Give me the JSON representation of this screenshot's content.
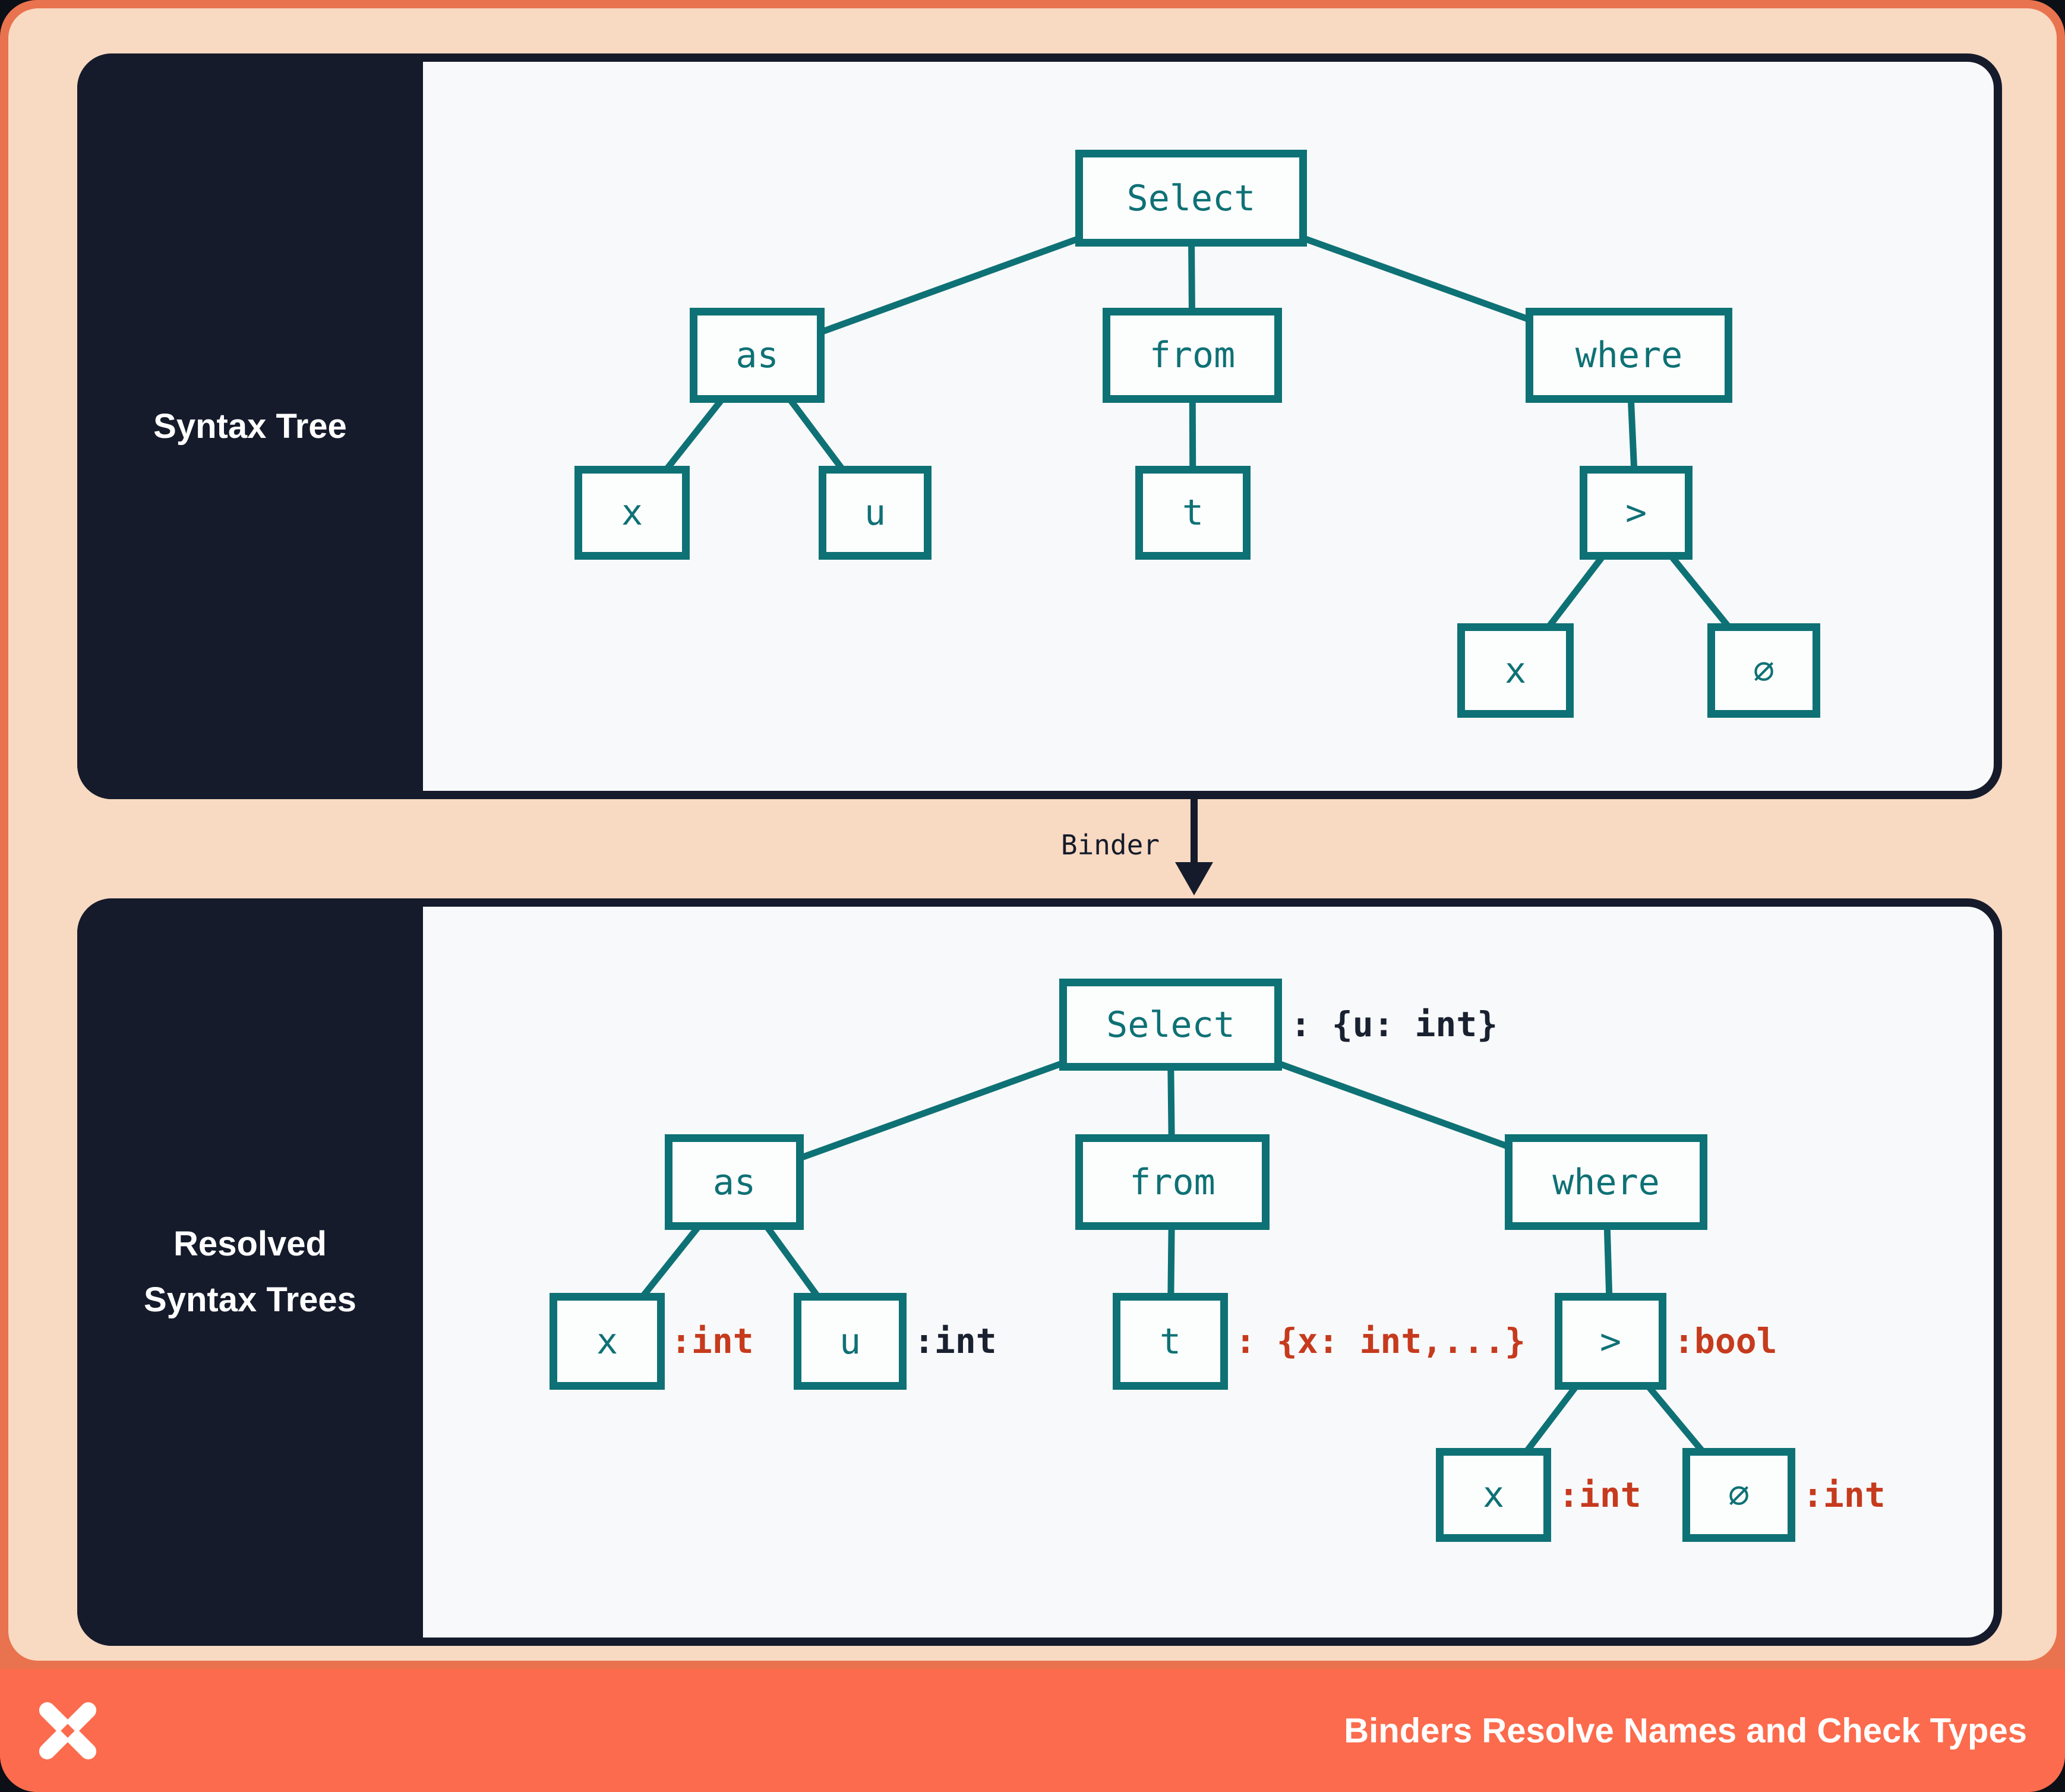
{
  "panel1": {
    "sidebar_label": "Syntax Tree",
    "nodes": {
      "select": "Select",
      "as": "as",
      "from": "from",
      "where": "where",
      "x": "x",
      "u": "u",
      "t": "t",
      "gt": ">",
      "zero": "∅"
    }
  },
  "panel2": {
    "sidebar_label_line1": "Resolved",
    "sidebar_label_line2": "Syntax Trees",
    "nodes": {
      "select": "Select",
      "as": "as",
      "from": "from",
      "where": "where",
      "x": "x",
      "u": "u",
      "t": "t",
      "gt": ">",
      "x2": "x",
      "zero": "∅"
    },
    "annotations": {
      "select": ": {u: int}",
      "x": ":int",
      "u": ":int",
      "t": ": {x: int,...}",
      "gt": ":bool",
      "x2": ":int",
      "zero": ":int"
    }
  },
  "binder": {
    "label": "Binder"
  },
  "footer": {
    "title": "Binders Resolve Names and Check Types",
    "logo": "x-pinwheel-logo"
  },
  "colors": {
    "teal": "#0E7175",
    "annotation_red": "#C63A1D",
    "navy": "#151B2B",
    "footer_coral": "#FC6B4D",
    "ring_coral": "#E9734E",
    "peach": "#F8D9C2",
    "panel_bg": "#F8F9FA",
    "white": "#FFFFFF"
  }
}
